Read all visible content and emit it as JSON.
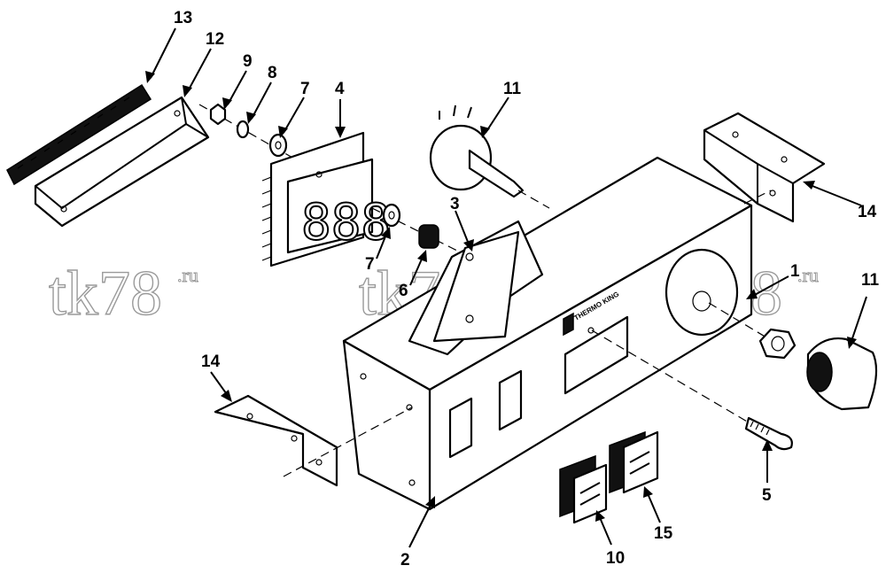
{
  "watermark": {
    "text": "tk78",
    "suffix": ".ru"
  },
  "brand_plate": "THERMO KING",
  "display_digits": "888",
  "callouts": {
    "c1": "1",
    "c2": "2",
    "c3": "3",
    "c4": "4",
    "c5": "5",
    "c6": "6",
    "c7a": "7",
    "c7b": "7",
    "c8": "8",
    "c9": "9",
    "c10": "10",
    "c11a": "11",
    "c11b": "11",
    "c12": "12",
    "c13": "13",
    "c14a": "14",
    "c14b": "14",
    "c15": "15"
  }
}
